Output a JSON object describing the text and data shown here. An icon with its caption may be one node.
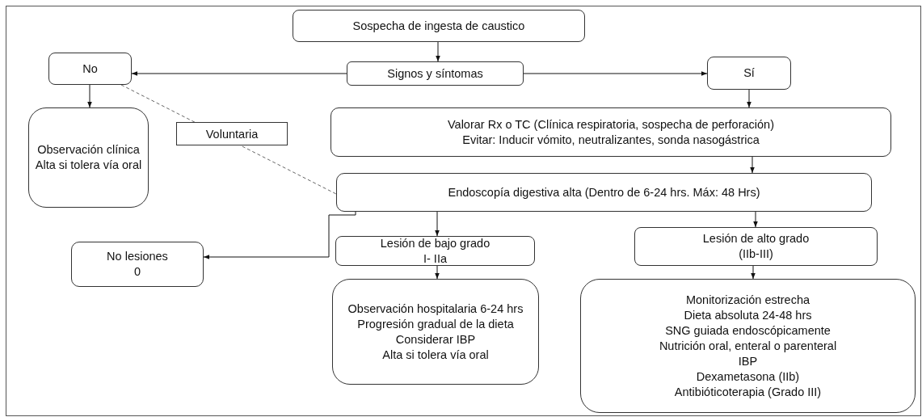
{
  "diagram": {
    "nodes": [
      {
        "text": [
          "Sospecha de ingesta de caustico"
        ]
      },
      {
        "text": [
          "Signos y síntomas"
        ]
      },
      {
        "text": [
          "No"
        ]
      },
      {
        "text": [
          "Sí"
        ]
      },
      {
        "text": [
          "Observación clínica",
          "Alta si tolera vía oral"
        ]
      },
      {
        "text": [
          "Valorar Rx o TC (Clínica respiratoria, sospecha de perforación)",
          "Evitar: Inducir vómito, neutralizantes, sonda nasogástrica"
        ]
      },
      {
        "text": [
          "Endoscopía digestiva alta (Dentro de 6-24 hrs. Máx: 48 Hrs)"
        ]
      },
      {
        "text": [
          "No lesiones",
          "0"
        ]
      },
      {
        "text": [
          "Lesión de bajo grado",
          "I- IIa"
        ]
      },
      {
        "text": [
          "Lesión de alto grado",
          "(IIb-III)"
        ]
      },
      {
        "text": [
          "Observación hospitalaria 6-24 hrs",
          "Progresión gradual de la dieta",
          "Considerar IBP",
          "Alta si tolera vía oral"
        ]
      },
      {
        "text": [
          "Monitorización estrecha",
          "Dieta absoluta 24-48 hrs",
          "SNG guiada endoscópicamente",
          "Nutrición oral, enteral o parenteral",
          "IBP",
          "Dexametasona (IIb)",
          "Antibióticoterapia (Grado III)"
        ]
      }
    ],
    "edges": [
      {
        "from": 0,
        "to": 1,
        "arrow": "to"
      },
      {
        "from": 1,
        "to": 2,
        "arrow": "to"
      },
      {
        "from": 1,
        "to": 3,
        "arrow": "to"
      },
      {
        "from": 2,
        "to": 4,
        "arrow": "to"
      },
      {
        "from": 3,
        "to": 5,
        "arrow": "to"
      },
      {
        "from": 5,
        "to": 6,
        "arrow": "to"
      },
      {
        "from": 6,
        "to": 7,
        "arrow": "to"
      },
      {
        "from": 6,
        "to": 8,
        "arrow": "to"
      },
      {
        "from": 6,
        "to": 9,
        "arrow": "to"
      },
      {
        "from": 8,
        "to": 10,
        "arrow": "to"
      },
      {
        "from": 9,
        "to": 11,
        "arrow": "to"
      },
      {
        "from": 2,
        "to": 6,
        "arrow": "none",
        "style": "dashed",
        "label": "Voluntaria"
      }
    ]
  }
}
